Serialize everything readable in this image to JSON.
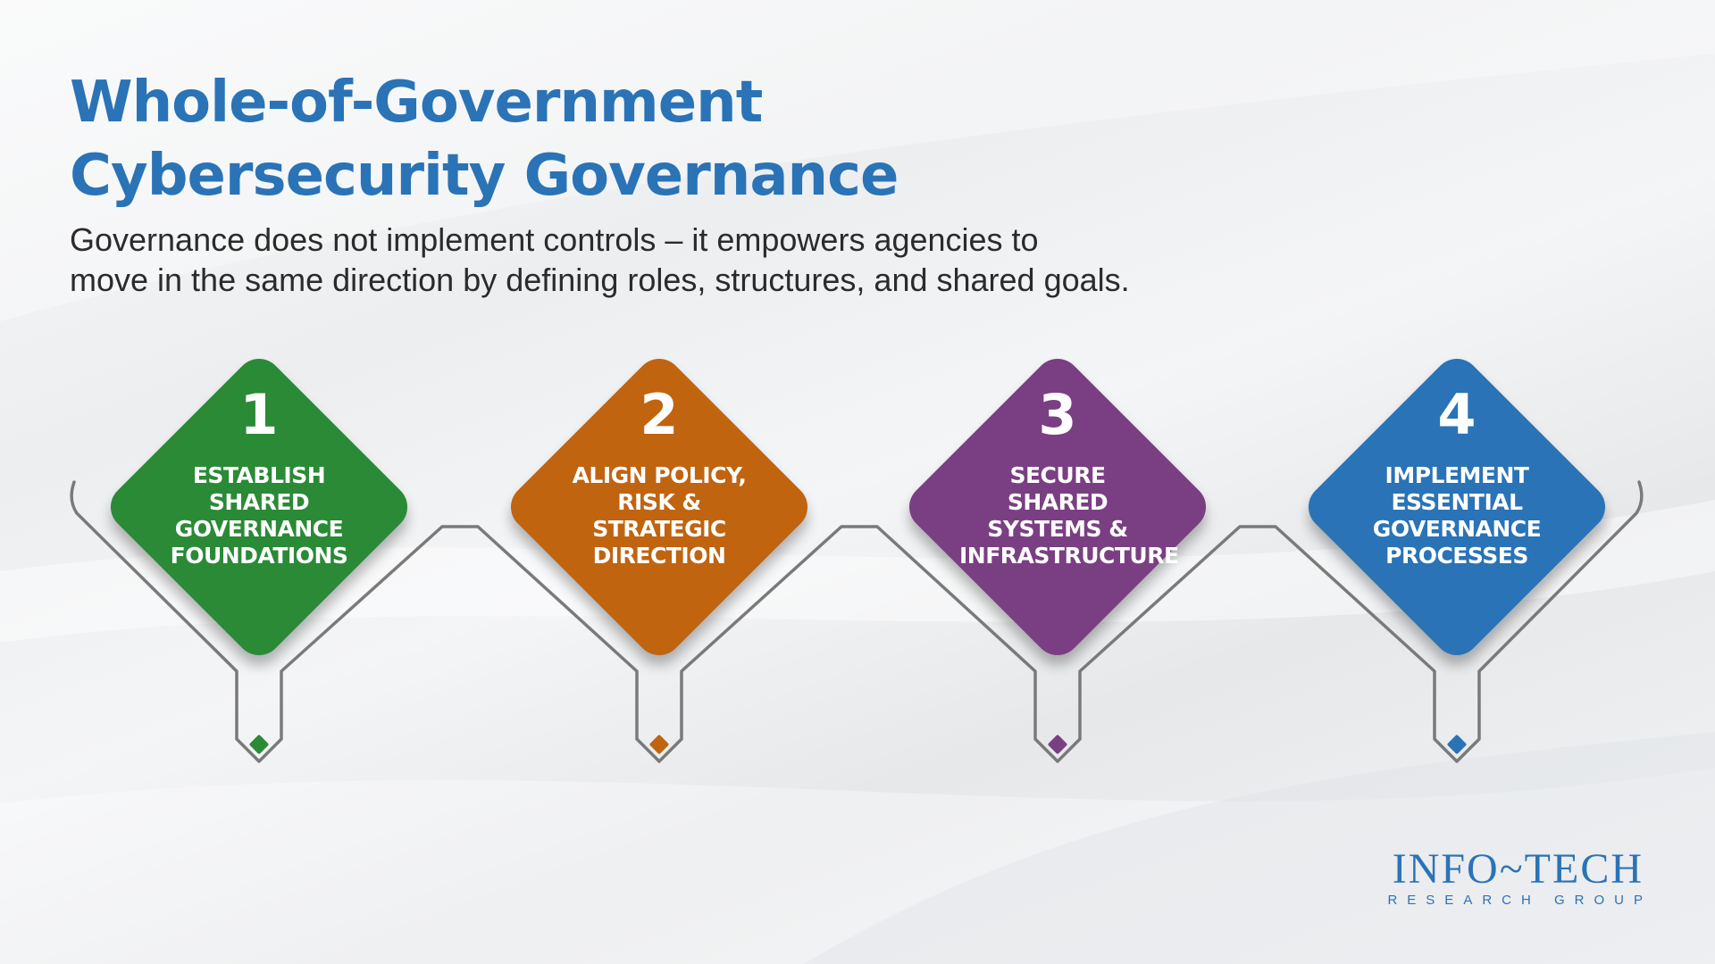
{
  "title": {
    "line1": "Whole-of-Government",
    "line2": "Cybersecurity Governance"
  },
  "subtitle": {
    "line1": "Governance does not implement controls – it empowers agencies to",
    "line2": "move in the same direction by defining roles, structures, and shared goals."
  },
  "steps": [
    {
      "number": "1",
      "label": "ESTABLISH SHARED GOVERNANCE FOUNDATIONS",
      "color": "#2a8a36"
    },
    {
      "number": "2",
      "label": "ALIGN POLICY, RISK & STRATEGIC DIRECTION",
      "color": "#c06410"
    },
    {
      "number": "3",
      "label": "SECURE SHARED SYSTEMS & INFRASTRUCTURE",
      "color": "#7a3f82"
    },
    {
      "number": "4",
      "label": "IMPLEMENT ESSENTIAL GOVERNANCE PROCESSES",
      "color": "#2a73b6"
    }
  ],
  "connector_color": "#7a7a7a",
  "logo": {
    "main": "INFO~TECH",
    "sub": "RESEARCH GROUP",
    "color": "#2a73b6"
  }
}
